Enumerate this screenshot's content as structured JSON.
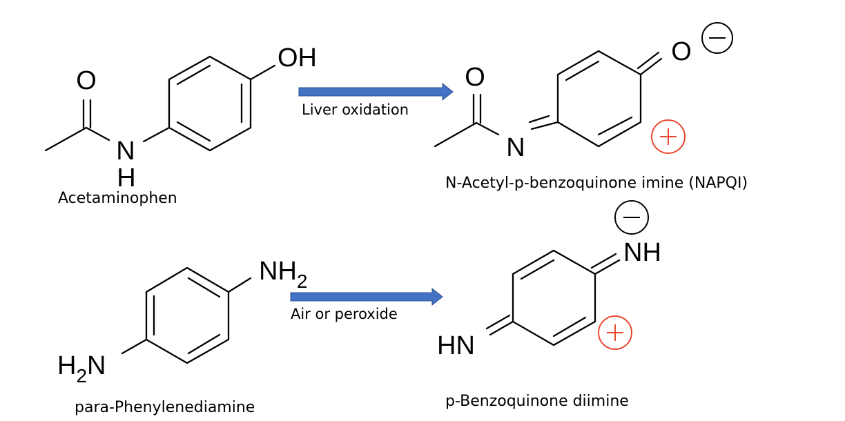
{
  "reaction1": {
    "reactant": {
      "name": "Acetaminophen",
      "atoms": {
        "O": "O",
        "N": "N",
        "H": "H",
        "OH": "OH"
      }
    },
    "arrow_label": "Liver oxidation",
    "product": {
      "name": "N-Acetyl-p-benzoquinone imine (NAPQI)",
      "atoms": {
        "O": "O",
        "N": "N",
        "O2": "O"
      }
    },
    "charges": {
      "minus": "−",
      "plus": "+"
    }
  },
  "reaction2": {
    "reactant": {
      "name": "para-Phenylenediamine",
      "atoms": {
        "NH": "NH",
        "sub2": "2",
        "H": "H",
        "N": "N"
      }
    },
    "arrow_label": "Air or peroxide",
    "product": {
      "name": "p-Benzoquinone diimine",
      "atoms": {
        "NH": "NH",
        "HN": "HN"
      }
    },
    "charges": {
      "minus": "−",
      "plus": "+"
    }
  },
  "colors": {
    "arrow": "#4472c4",
    "plus_charge": "#e8472f",
    "minus_charge": "#000000"
  }
}
